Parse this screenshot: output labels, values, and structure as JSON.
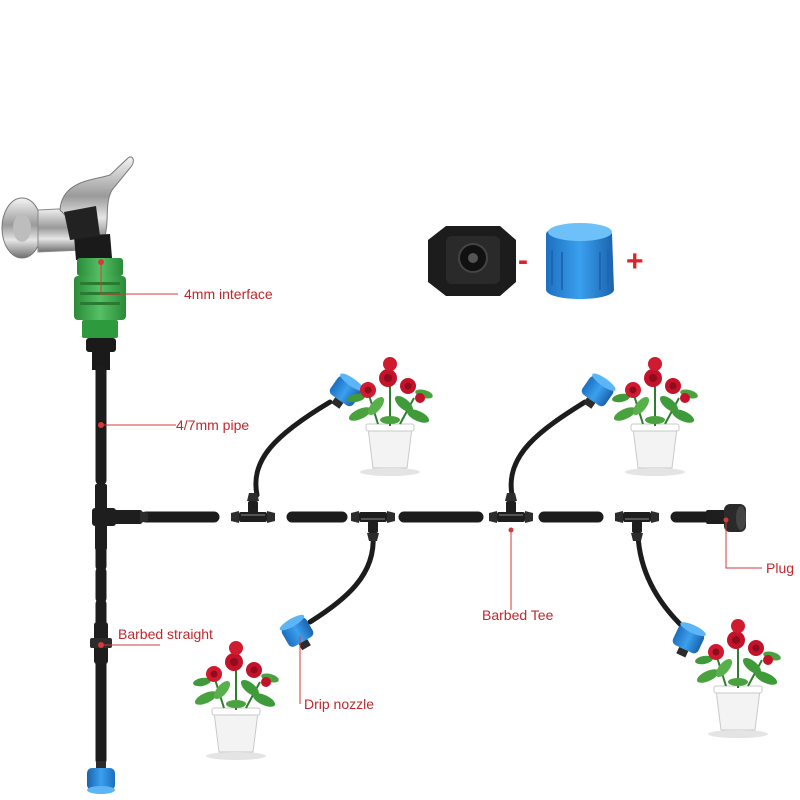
{
  "labels": {
    "interface": "4mm interface",
    "pipe": "4/7mm pipe",
    "barbed_straight": "Barbed straight",
    "drip_nozzle": "Drip nozzle",
    "barbed_tee": "Barbed Tee",
    "plug": "Plug"
  },
  "symbols": {
    "minus": "-",
    "plus": "+"
  },
  "colors": {
    "label_text": "#c0282d",
    "leader_line": "#d43a3a",
    "pipe": "#1c1c1c",
    "nozzle_blue": "#2d8fe0",
    "connector_green": "#3ca64a",
    "flower_red": "#c4122a",
    "leaf_green": "#3f9a3a"
  }
}
